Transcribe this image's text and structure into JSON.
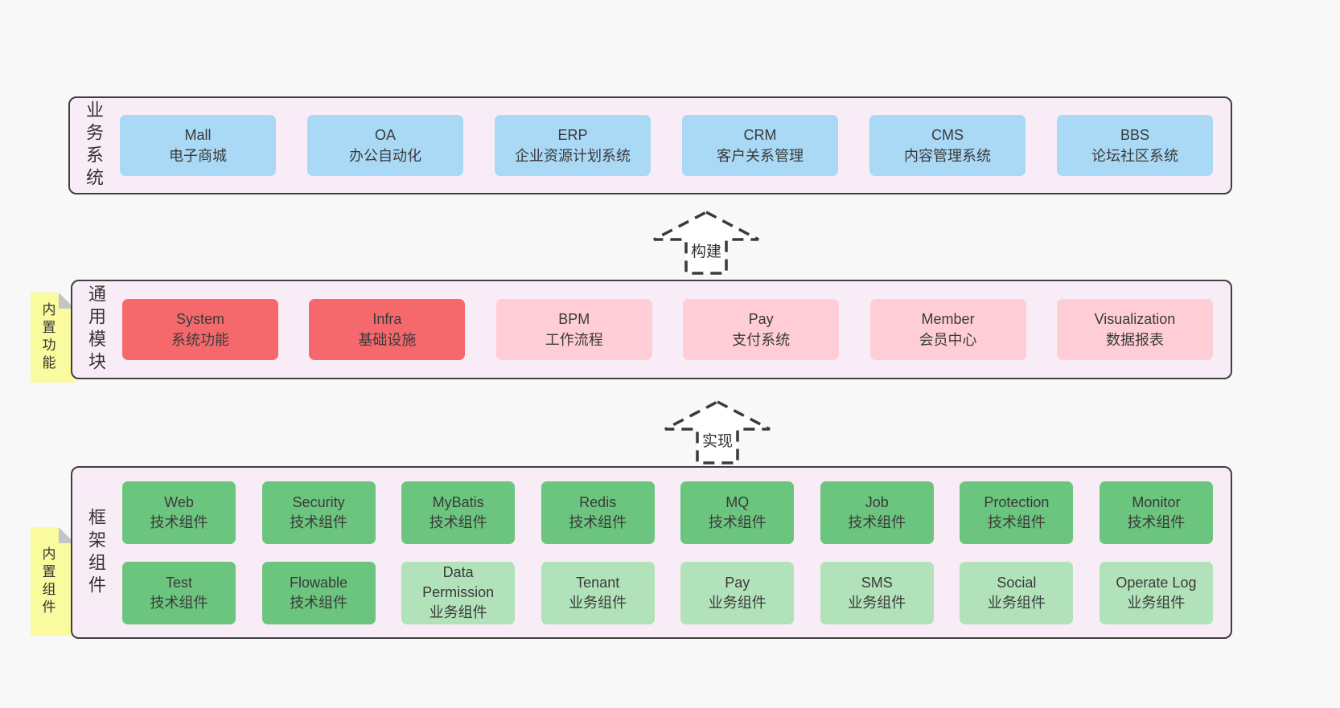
{
  "colors": {
    "background": "#f8f8f8",
    "panel_fill": "#f8edf6",
    "panel_border": "#3f3f3f",
    "blue_box": "#a9d9f5",
    "red_box": "#f5696c",
    "pink_box": "#fecdd6",
    "green_dark_box": "#6cc57e",
    "green_light_box": "#b1e2ba",
    "sticky_yellow": "#fafa9e"
  },
  "panels": [
    {
      "id": "business",
      "label": "业务系统",
      "boxes": [
        {
          "name": "Mall",
          "desc": "电子商城",
          "type": "blue"
        },
        {
          "name": "OA",
          "desc": "办公自动化",
          "type": "blue"
        },
        {
          "name": "ERP",
          "desc": "企业资源计划系统",
          "type": "blue"
        },
        {
          "name": "CRM",
          "desc": "客户关系管理",
          "type": "blue"
        },
        {
          "name": "CMS",
          "desc": "内容管理系统",
          "type": "blue"
        },
        {
          "name": "BBS",
          "desc": "论坛社区系统",
          "type": "blue"
        }
      ]
    },
    {
      "id": "modules",
      "label": "通用模块",
      "sticky": "内置功能",
      "boxes": [
        {
          "name": "System",
          "desc": "系统功能",
          "type": "red"
        },
        {
          "name": "Infra",
          "desc": "基础设施",
          "type": "red"
        },
        {
          "name": "BPM",
          "desc": "工作流程",
          "type": "pink"
        },
        {
          "name": "Pay",
          "desc": "支付系统",
          "type": "pink"
        },
        {
          "name": "Member",
          "desc": "会员中心",
          "type": "pink"
        },
        {
          "name": "Visualization",
          "desc": "数据报表",
          "type": "pink"
        }
      ]
    },
    {
      "id": "components",
      "label": "框架组件",
      "sticky": "内置组件",
      "rows": [
        [
          {
            "name": "Web",
            "desc": "技术组件",
            "type": "green-dark"
          },
          {
            "name": "Security",
            "desc": "技术组件",
            "type": "green-dark"
          },
          {
            "name": "MyBatis",
            "desc": "技术组件",
            "type": "green-dark"
          },
          {
            "name": "Redis",
            "desc": "技术组件",
            "type": "green-dark"
          },
          {
            "name": "MQ",
            "desc": "技术组件",
            "type": "green-dark"
          },
          {
            "name": "Job",
            "desc": "技术组件",
            "type": "green-dark"
          },
          {
            "name": "Protection",
            "desc": "技术组件",
            "type": "green-dark"
          },
          {
            "name": "Monitor",
            "desc": "技术组件",
            "type": "green-dark"
          }
        ],
        [
          {
            "name": "Test",
            "desc": "技术组件",
            "type": "green-dark"
          },
          {
            "name": "Flowable",
            "desc": "技术组件",
            "type": "green-dark"
          },
          {
            "name": "Data Permission",
            "desc": "业务组件",
            "type": "green-light"
          },
          {
            "name": "Tenant",
            "desc": "业务组件",
            "type": "green-light"
          },
          {
            "name": "Pay",
            "desc": "业务组件",
            "type": "green-light"
          },
          {
            "name": "SMS",
            "desc": "业务组件",
            "type": "green-light"
          },
          {
            "name": "Social",
            "desc": "业务组件",
            "type": "green-light"
          },
          {
            "name": "Operate Log",
            "desc": "业务组件",
            "type": "green-light"
          }
        ]
      ]
    }
  ],
  "arrows": [
    {
      "label": "构建"
    },
    {
      "label": "实现"
    }
  ]
}
